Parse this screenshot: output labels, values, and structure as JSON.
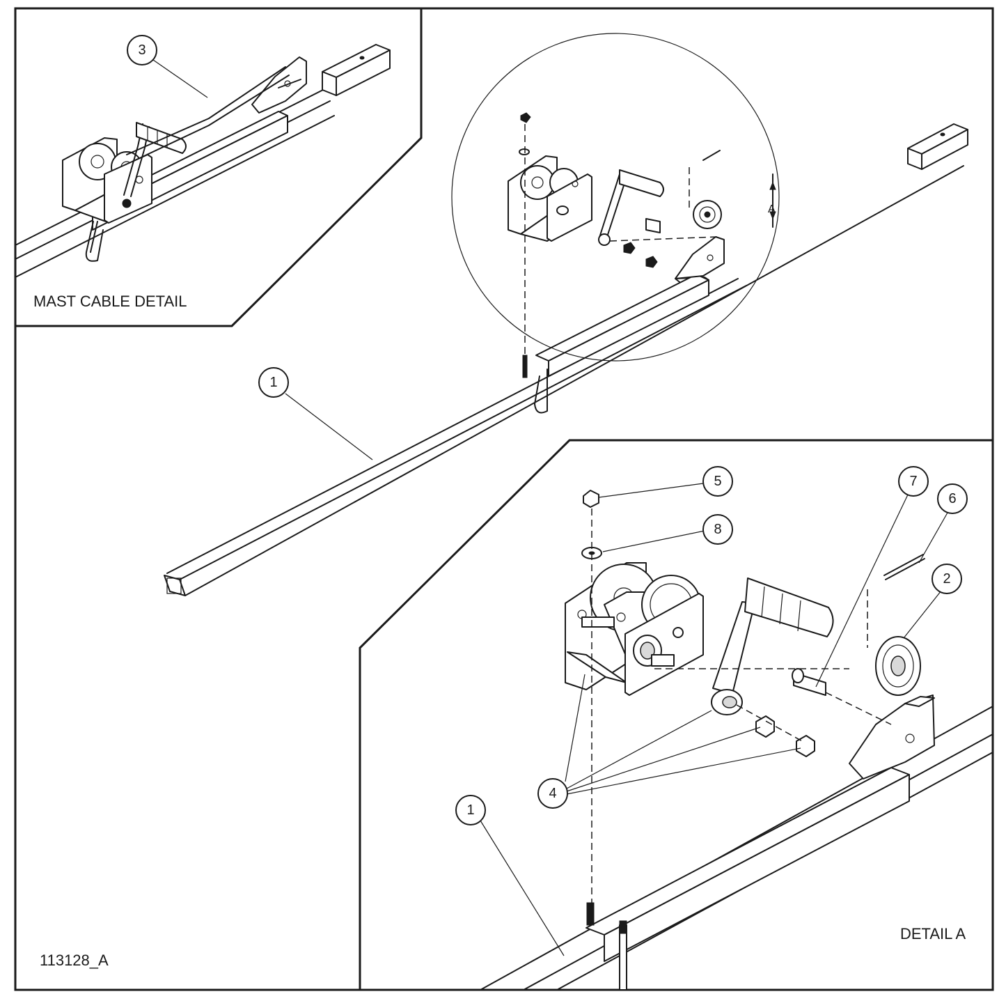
{
  "drawing_number": "113128_A",
  "views": {
    "mast_cable_detail": "MAST CABLE DETAIL",
    "detail_a": "DETAIL A",
    "detail_marker": "A"
  },
  "callouts": {
    "c1_main": "1",
    "c1_detail": "1",
    "c2": "2",
    "c3": "3",
    "c4": "4",
    "c5": "5",
    "c6": "6",
    "c7": "7",
    "c8": "8"
  }
}
